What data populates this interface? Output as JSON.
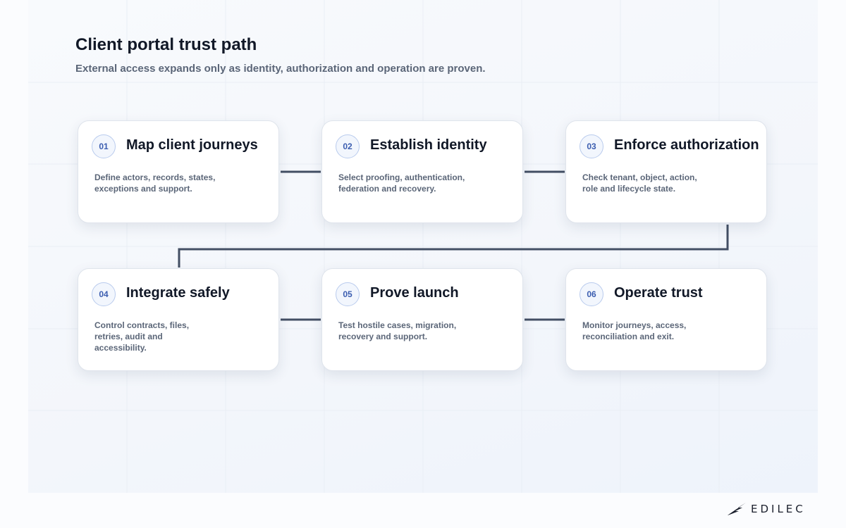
{
  "header": {
    "title": "Client portal trust path",
    "subtitle": "External access expands only as identity, authorization and operation are proven."
  },
  "steps": [
    {
      "number": "01",
      "title": "Map client journeys",
      "description": "Define actors, records, states, exceptions and support."
    },
    {
      "number": "02",
      "title": "Establish identity",
      "description": "Select proofing, authentication, federation and recovery."
    },
    {
      "number": "03",
      "title": "Enforce authorization",
      "description": "Check tenant, object, action, role and lifecycle state."
    },
    {
      "number": "04",
      "title": "Integrate safely",
      "description": "Control contracts, files, retries, audit and accessibility."
    },
    {
      "number": "05",
      "title": "Prove launch",
      "description": "Test hostile cases, migration, recovery and support."
    },
    {
      "number": "06",
      "title": "Operate trust",
      "description": "Monitor journeys, access, reconciliation and exit."
    }
  ],
  "brand": {
    "logo_text": "EDILEC",
    "logo_icon": "edilec-wing-logo"
  },
  "colors": {
    "connector": "#434f64",
    "badge_border": "#b9cbed",
    "badge_text": "#3b5db0",
    "title_text": "#111827",
    "body_text": "#5b6678"
  }
}
